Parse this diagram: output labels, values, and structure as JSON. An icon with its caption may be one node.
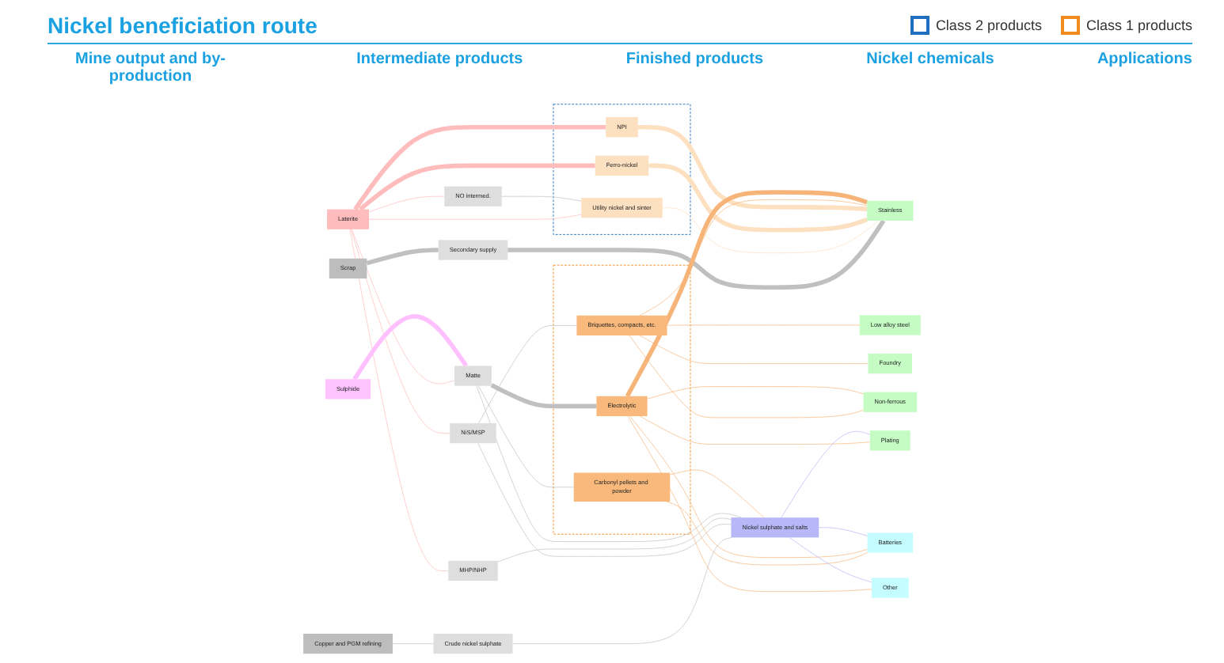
{
  "diagram": {
    "title": "Nickel beneficiation route",
    "nodes": [
      {
        "text": [
          "Scrap"
        ]
      },
      {
        "text": [
          "Copper and PGM refining"
        ]
      },
      {
        "text": [
          "Laterite"
        ]
      },
      {
        "text": [
          "Sulphide"
        ]
      },
      {
        "text": [
          "Secondary supply"
        ]
      },
      {
        "text": [
          "Crude nickel sulphate"
        ]
      },
      {
        "text": [
          "NO intermed."
        ]
      },
      {
        "text": [
          "NiS/MSP"
        ]
      },
      {
        "text": [
          "MHP/NHP"
        ]
      },
      {
        "text": [
          "Matte"
        ]
      },
      {
        "text": [],
        "shape": "box"
      },
      {
        "text": [
          "Utility nickel and sinter"
        ],
        "in": 10
      },
      {
        "text": [
          "Ferro-nickel"
        ],
        "in": 10
      },
      {
        "text": [
          "NPI"
        ],
        "in": 10
      },
      {
        "text": [],
        "shape": "box"
      },
      {
        "text": [
          "Briquettes, compacts, etc."
        ],
        "in": 14
      },
      {
        "text": [
          "Carbonyl pellets and powder"
        ],
        "in": 14
      },
      {
        "text": [
          "Electrolytic"
        ],
        "in": 14
      },
      {
        "text": [
          "Nickel sulphate and salts"
        ]
      },
      {
        "text": [
          "Stainless"
        ]
      },
      {
        "text": [
          "Non-ferrous"
        ]
      },
      {
        "text": [
          "Low alloy steel"
        ]
      },
      {
        "text": [
          "Plating"
        ]
      },
      {
        "text": [
          "Foundry"
        ]
      },
      {
        "text": [
          "Batteries"
        ]
      },
      {
        "text": [
          "Other"
        ]
      }
    ],
    "edges": [
      {
        "from": 0,
        "to": 4,
        "arrow": "none",
        "style": "thick",
        "color": "#c0c0c0"
      },
      {
        "from": 4,
        "to": 19,
        "arrow": "none",
        "style": "thick",
        "color": "#c0c0c0"
      },
      {
        "from": 1,
        "to": 5,
        "arrow": "none",
        "color": "#c0c0c0"
      },
      {
        "from": 5,
        "to": 18,
        "arrow": "none",
        "color": "#c0c0c0"
      },
      {
        "from": 2,
        "to": 11,
        "arrow": "none",
        "color": "#ffbcbc"
      },
      {
        "from": 2,
        "to": 12,
        "arrow": "none",
        "style": "thick",
        "color": "#ffbcbc"
      },
      {
        "from": 2,
        "to": 13,
        "arrow": "none",
        "style": "thick",
        "color": "#ffbcbc"
      },
      {
        "from": 2,
        "to": 6,
        "arrow": "none",
        "color": "#ffbcbc"
      },
      {
        "from": 2,
        "to": 7,
        "arrow": "none",
        "color": "#ffbcbc"
      },
      {
        "from": 2,
        "to": 8,
        "arrow": "none",
        "color": "#ffbcbc"
      },
      {
        "from": 2,
        "to": 9,
        "arrow": "none",
        "color": "#ffbcbc"
      },
      {
        "from": 3,
        "to": 9,
        "arrow": "none",
        "style": "thick",
        "color": "#ffc0ff"
      },
      {
        "from": 6,
        "to": 11,
        "arrow": "none",
        "color": "#c0c0c0"
      },
      {
        "from": 7,
        "to": 15,
        "arrow": "none",
        "color": "#c0c0c0"
      },
      {
        "from": 7,
        "to": 18,
        "arrow": "none",
        "color": "#c0c0c0"
      },
      {
        "from": 8,
        "to": 18,
        "arrow": "none",
        "color": "#c0c0c0"
      },
      {
        "from": 9,
        "to": 16,
        "arrow": "none",
        "color": "#c0c0c0"
      },
      {
        "from": 9,
        "to": 17,
        "arrow": "none",
        "style": "thick",
        "color": "#c0c0c0"
      },
      {
        "from": 9,
        "to": 18,
        "arrow": "none",
        "color": "#c0c0c0"
      },
      {
        "from": 11,
        "to": 19,
        "arrow": "none",
        "color": "#fde0c0"
      },
      {
        "from": 12,
        "to": 19,
        "arrow": "none",
        "style": "thick",
        "color": "#fde0c0"
      },
      {
        "from": 13,
        "to": 19,
        "arrow": "none",
        "style": "thick",
        "color": "#fde0c0"
      },
      {
        "from": 15,
        "to": 19,
        "arrow": "none"
      },
      {
        "from": 15,
        "to": 20,
        "arrow": "none"
      },
      {
        "from": 15,
        "to": 21,
        "arrow": "none"
      },
      {
        "from": 15,
        "to": 23,
        "arrow": "none"
      },
      {
        "from": 16,
        "to": 18,
        "arrow": "none"
      },
      {
        "from": 16,
        "to": 24,
        "arrow": "none"
      },
      {
        "from": 17,
        "to": 19,
        "arrow": "none",
        "style": "thick"
      },
      {
        "from": 17,
        "to": 20,
        "arrow": "none"
      },
      {
        "from": 17,
        "to": 22,
        "arrow": "none"
      },
      {
        "from": 17,
        "to": 24,
        "arrow": "none"
      },
      {
        "from": 17,
        "to": 25,
        "arrow": "none"
      },
      {
        "from": 18,
        "to": 22,
        "arrow": "none",
        "color": "#b4b4f5"
      },
      {
        "from": 18,
        "to": 24,
        "arrow": "none",
        "color": "#b4b4f5"
      },
      {
        "from": 18,
        "to": 25,
        "arrow": "none",
        "color": "#b4b4f5"
      }
    ],
    "labels": [
      "Mine output and by-production",
      "Intermediate products",
      "Finished products",
      "Nickel chemicals",
      "Applications"
    ],
    "legend": [
      {
        "text": "Class 2 products"
      },
      {
        "text": "Class 1 products"
      }
    ]
  }
}
